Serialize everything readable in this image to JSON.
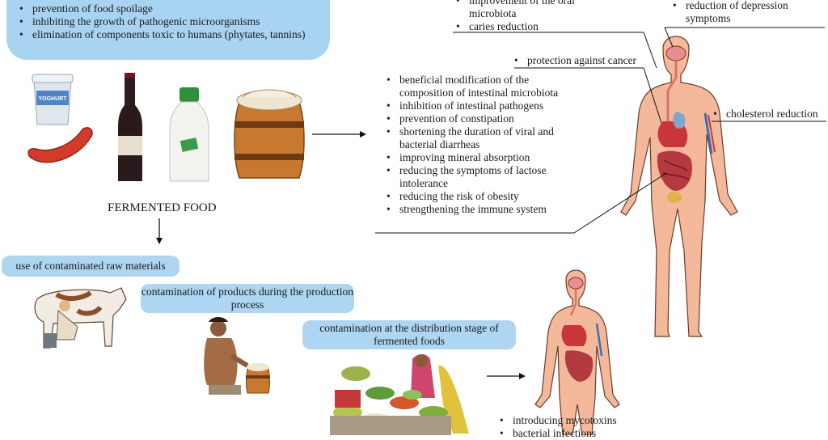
{
  "top_benefits": [
    "prevention of food spoilage",
    "inhibiting the growth of pathogenic microorganisms",
    "elimination of components toxic to humans (phytates, tannins)"
  ],
  "fermented_food_label": "FERMENTED FOOD",
  "yogurt_label": "YOGHURT",
  "oral_benefits": [
    "improvement of the oral microbiota",
    "caries reduction"
  ],
  "depression_benefit": "reduction of depression symptoms",
  "cancer_benefit": "protection against  cancer",
  "cholesterol_benefit": "cholesterol reduction",
  "intestinal_benefits": [
    "beneficial modification of the composition of intestinal microbiota",
    "inhibition of intestinal pathogens",
    "prevention of constipation",
    "shortening the duration of viral and bacterial diarrheas",
    "improving mineral absorption",
    "reducing the symptoms of lactose intolerance",
    "reducing the risk of obesity",
    "strengthening the immune system"
  ],
  "contamination": {
    "raw_materials": "use of contaminated raw materials",
    "production": "contamination of products during the production process",
    "distribution": "contamination at the distribution stage of fermented foods"
  },
  "risks": [
    "introducing mycotoxins",
    "bacterial infections"
  ],
  "colors": {
    "bubble": "#a8d4f2",
    "skin": "#f4b99a",
    "organ": "#c8363b",
    "wood": "#c8782f"
  }
}
